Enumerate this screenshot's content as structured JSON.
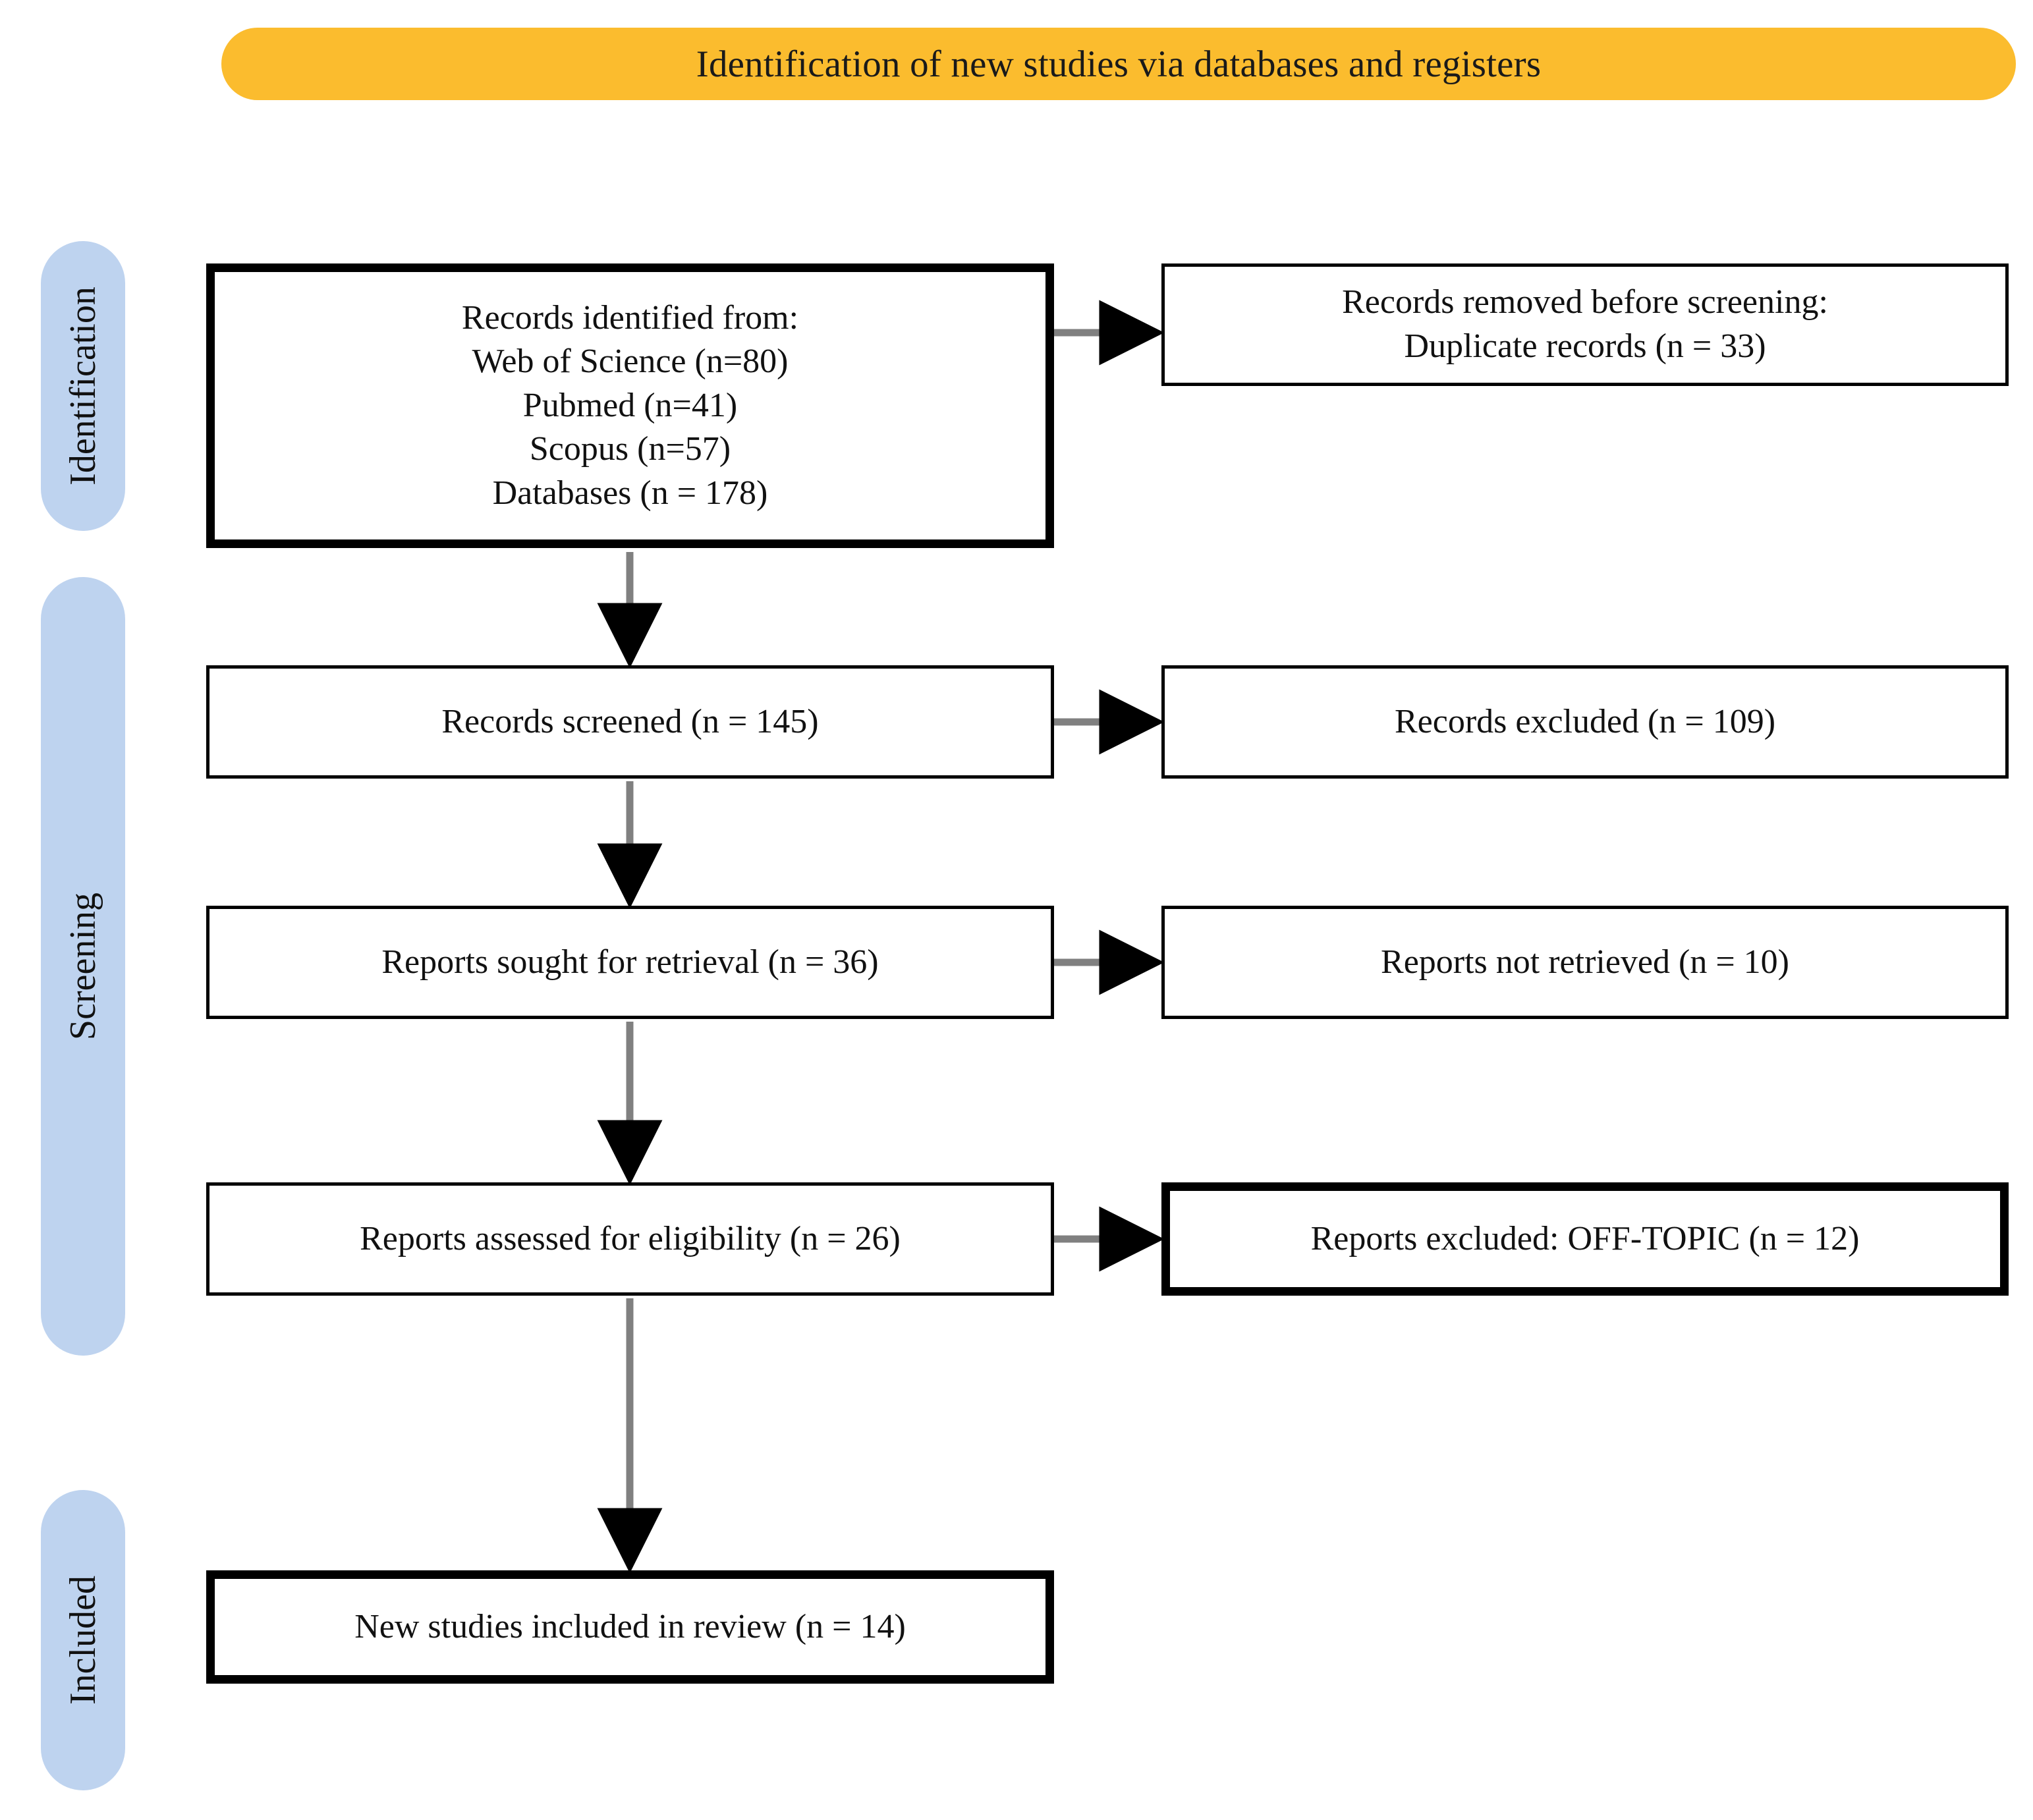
{
  "diagram": {
    "type": "prisma-flow-diagram",
    "banner": {
      "title": "Identification of new studies via databases and registers",
      "color": "#FBBC2E"
    },
    "stages": [
      {
        "key": "identification",
        "label": "Identification",
        "color": "#BED3EF"
      },
      {
        "key": "screening",
        "label": "Screening",
        "color": "#BED3EF"
      },
      {
        "key": "included",
        "label": "Included",
        "color": "#BED3EF"
      }
    ],
    "boxes": {
      "identified": {
        "lines": [
          "Records identified from:",
          "Web of Science (n=80)",
          "Pubmed (n=41)",
          "Scopus (n=57)",
          "Databases (n = 178)"
        ],
        "border": "thick"
      },
      "removed": {
        "lines": [
          "Records removed before screening:",
          "Duplicate records (n = 33)"
        ],
        "border": "thin"
      },
      "screened": {
        "lines": [
          "Records screened (n = 145)"
        ],
        "border": "thin"
      },
      "excluded_records": {
        "lines": [
          "Records excluded (n = 109)"
        ],
        "border": "thin"
      },
      "sought": {
        "lines": [
          "Reports sought for retrieval (n = 36)"
        ],
        "border": "thin"
      },
      "not_retrieved": {
        "lines": [
          "Reports not retrieved (n = 10)"
        ],
        "border": "thin"
      },
      "assessed": {
        "lines": [
          "Reports assessed for eligibility (n = 26)"
        ],
        "border": "thin"
      },
      "excluded_offtopic": {
        "lines": [
          "Reports excluded: OFF-TOPIC (n = 12)"
        ],
        "border": "thick"
      },
      "included": {
        "lines": [
          "New studies included in review (n = 14)"
        ],
        "border": "thick"
      }
    },
    "counts": {
      "web_of_science": 80,
      "pubmed": 41,
      "scopus": 57,
      "databases_total": 178,
      "duplicates_removed": 33,
      "records_screened": 145,
      "records_excluded": 109,
      "reports_sought": 36,
      "reports_not_retrieved": 10,
      "reports_assessed": 26,
      "reports_excluded_offtopic": 12,
      "new_studies_included": 14
    },
    "arrows": {
      "line_color": "#808080",
      "head_color": "#000000"
    }
  }
}
